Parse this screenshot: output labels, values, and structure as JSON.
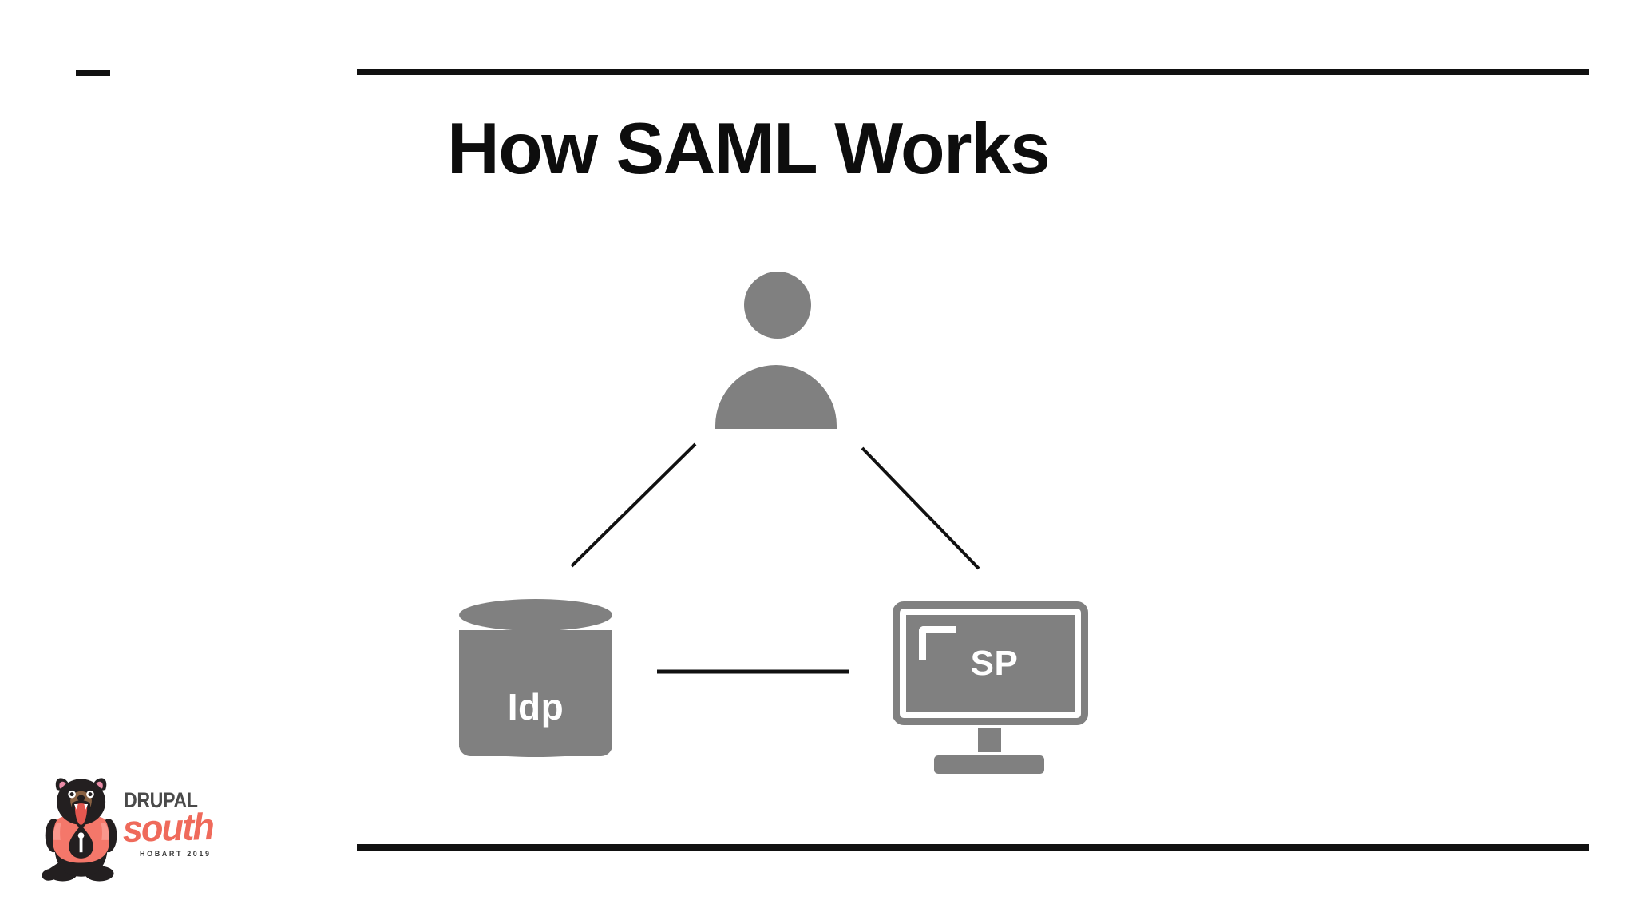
{
  "slide": {
    "title": "How SAML Works",
    "background_color": "#ffffff",
    "rule_color": "#111111",
    "accent_gray": "#808080"
  },
  "diagram": {
    "type": "saml-flow",
    "nodes": [
      {
        "id": "user",
        "icon": "person-icon",
        "label": ""
      },
      {
        "id": "idp",
        "icon": "database-icon",
        "label": "Idp"
      },
      {
        "id": "sp",
        "icon": "monitor-icon",
        "label": "SP"
      }
    ],
    "connections": [
      {
        "from": "user",
        "to": "idp",
        "style": "diagonal-line"
      },
      {
        "from": "user",
        "to": "sp",
        "style": "diagonal-line"
      },
      {
        "from": "idp",
        "to": "sp",
        "style": "horizontal-line"
      }
    ],
    "idp_label": "Idp",
    "sp_label": "SP"
  },
  "logo": {
    "brand_top": "DRUPAL",
    "brand_bottom": "south",
    "event": "HOBART 2019",
    "mascot": "tasmanian-devil-icon",
    "brand_color": "#ef6a5b",
    "top_color": "#4a4a4a"
  }
}
